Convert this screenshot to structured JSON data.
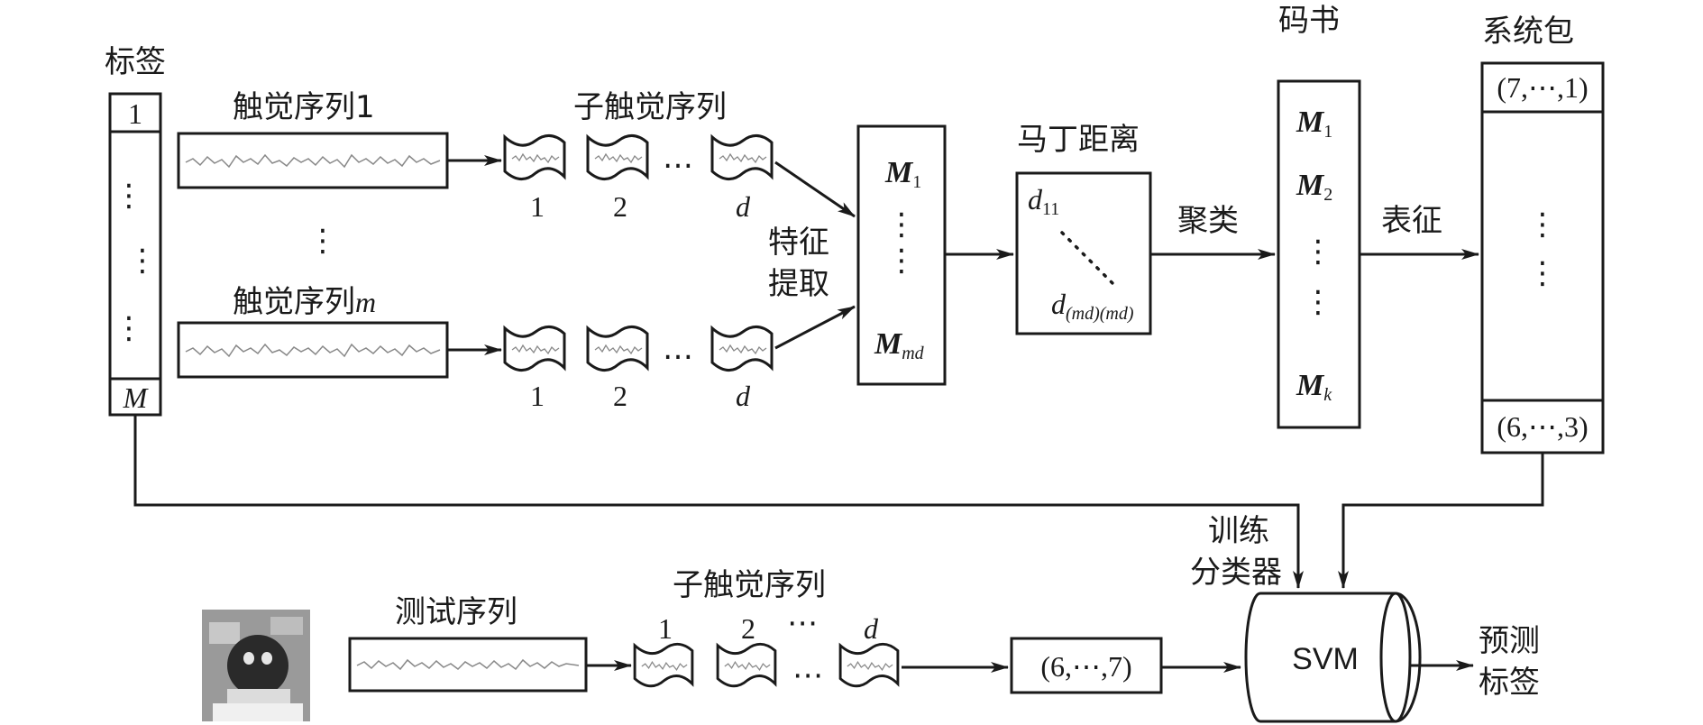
{
  "label_column": {
    "title": "标签",
    "first": "1",
    "last": "M",
    "dots": "⋮"
  },
  "sequence_1": {
    "label": "触觉序列1"
  },
  "sequence_m": {
    "label_prefix": "触觉序列",
    "label_var": "m"
  },
  "sub_sequences": {
    "title": "子触觉序列",
    "index_1": "1",
    "index_2": "2",
    "index_d": "d",
    "ellipsis": "…"
  },
  "feature_extraction": {
    "line1": "特征",
    "line2": "提取"
  },
  "feature_matrix": {
    "first_symbol": "M",
    "first_sub": "1",
    "last_symbol": "M",
    "last_sub": "md"
  },
  "martin_distance": {
    "title": "马丁距离",
    "d_first_symbol": "d",
    "d_first_sub": "11",
    "d_last_symbol": "d",
    "d_last_sub": "(md)(md)"
  },
  "clustering": {
    "label": "聚类"
  },
  "codebook": {
    "title": "码书",
    "m1_sub": "1",
    "m2_sub": "2",
    "mk_sub": "k",
    "symbol": "M"
  },
  "representation": {
    "label": "表征"
  },
  "system_bag": {
    "title": "系统包",
    "top": "(7,⋯,1)",
    "bottom": "(6,⋯,3)"
  },
  "train_classifier": {
    "line1": "训练",
    "line2": "分类器"
  },
  "test": {
    "sequence_label": "测试序列",
    "sub_title": "子触觉序列",
    "index_1": "1",
    "index_2": "2",
    "index_d": "d",
    "ellipsis": "⋯",
    "bag": "(6,⋯,7)"
  },
  "svm": {
    "label": "SVM"
  },
  "prediction": {
    "line1": "预测",
    "line2": "标签"
  }
}
